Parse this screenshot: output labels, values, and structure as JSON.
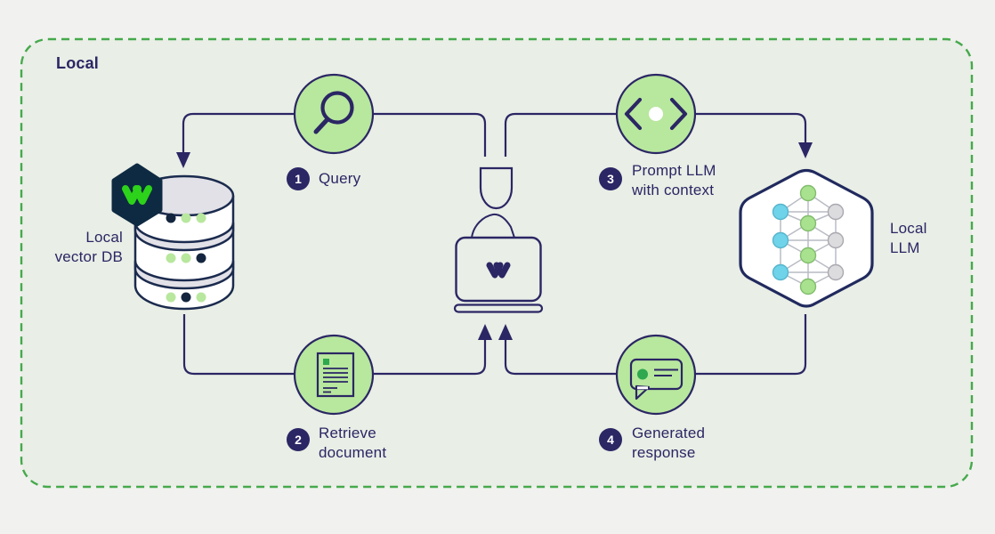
{
  "panel": {
    "label": "Local"
  },
  "entities": {
    "vector_db": {
      "label": "Local\nvector DB",
      "icon": "database-icon",
      "badge_icon": "weaviate-logo-hexagon"
    },
    "user": {
      "icon": "person-at-laptop-icon",
      "laptop_logo": "weaviate-logo"
    },
    "llm": {
      "label": "Local\nLLM",
      "icon": "neural-network-hexagon-icon"
    }
  },
  "steps": [
    {
      "num": "1",
      "label": "Query",
      "icon": "magnifier-icon"
    },
    {
      "num": "2",
      "label": "Retrieve\ndocument",
      "icon": "document-icon"
    },
    {
      "num": "3",
      "label": "Prompt LLM\nwith context",
      "icon": "code-brackets-icon"
    },
    {
      "num": "4",
      "label": "Generated\nresponse",
      "icon": "chat-bubble-icon"
    }
  ],
  "colors": {
    "page_bg": "#f1f2ef",
    "panel_bg": "#e9eee6",
    "panel_border": "#46a94c",
    "line": "#2b2664",
    "text": "#2b2664",
    "accent_green_fill": "#b8e79e",
    "logo_green": "#2dd21a",
    "dark_navy": "#0e2a42",
    "db_stroke": "#1b2b4e",
    "grey_fill": "#e2e1e7",
    "node_green": "#a9e28e",
    "node_blue": "#6fd3e9",
    "node_grey": "#dcdbde",
    "edge_grey": "#b9bcc4",
    "doc_green": "#2fa84f"
  }
}
